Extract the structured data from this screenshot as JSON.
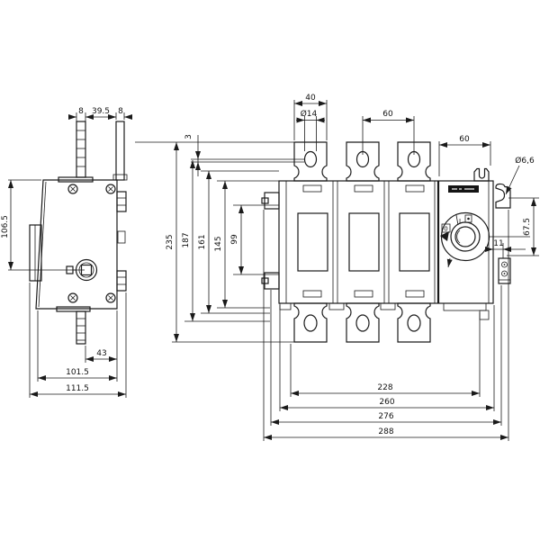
{
  "dims": {
    "sv_top_a": "8",
    "sv_top_b": "39.5",
    "sv_top_c": "8",
    "sv_height": "106.5",
    "sv_depth_inner": "43",
    "sv_depth_mid": "101.5",
    "sv_depth_outer": "111.5",
    "fv_tab_width": "40",
    "fv_tab_hole": "Ø14",
    "fv_pole_pitch": "60",
    "fv_mech_width": "60",
    "fv_tab_thickness": "3",
    "fv_h_overall": "235",
    "fv_h_body": "187",
    "fv_h_c": "161",
    "fv_h_d": "145",
    "fv_h_e": "99",
    "fv_mount_hole": "Ø6,6",
    "fv_mount_vertical": "67.5",
    "fv_side_offset": "11",
    "fv_w_a": "228",
    "fv_w_b": "260",
    "fv_w_c": "276",
    "fv_w_d": "288"
  },
  "handle": {
    "pos_on": "I",
    "pos_off": "0"
  }
}
